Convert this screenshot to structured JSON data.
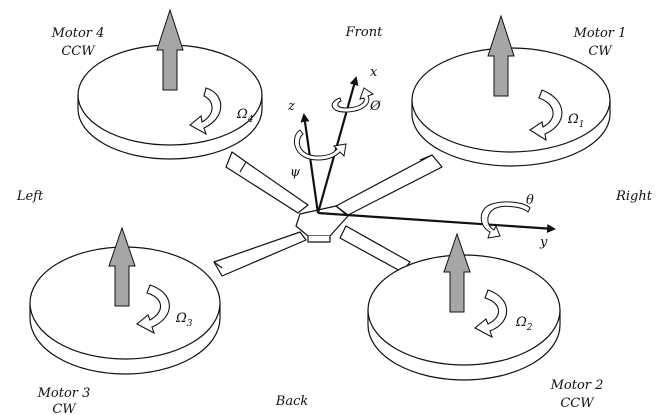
{
  "motors": [
    {
      "name": "Motor 1",
      "direction": "CW",
      "omega": "Ω",
      "omega_sub": "1"
    },
    {
      "name": "Motor 2",
      "direction": "CCW",
      "omega": "Ω",
      "omega_sub": "2"
    },
    {
      "name": "Motor 3",
      "direction": "CW",
      "omega": "Ω",
      "omega_sub": "3"
    },
    {
      "name": "Motor 4",
      "direction": "CCW",
      "omega": "Ω",
      "omega_sub": "4"
    }
  ],
  "sides": {
    "front": "Front",
    "back": "Back",
    "left": "Left",
    "right": "Right"
  },
  "axes": {
    "x": "x",
    "y": "y",
    "z": "z"
  },
  "angles": {
    "roll": "Ø",
    "pitch": "θ",
    "yaw": "ψ"
  },
  "colors": {
    "line": "#111111",
    "arrow_fill": "#a6a6a6",
    "disk_fill": "#ffffff"
  }
}
